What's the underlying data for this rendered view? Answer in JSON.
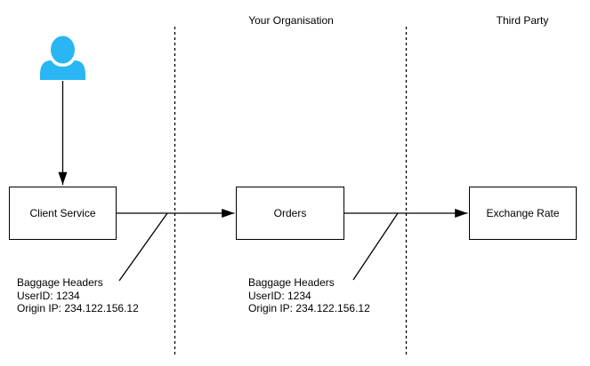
{
  "diagram": {
    "zones": [
      {
        "label": "Your Organisation"
      },
      {
        "label": "Third Party"
      }
    ],
    "nodes": [
      {
        "label": "Client Service"
      },
      {
        "label": "Orders"
      },
      {
        "label": "Exchange Rate"
      }
    ],
    "annotations": [
      {
        "lines": [
          "Baggage Headers",
          "UserID: 1234",
          "Origin IP: 234.122.156.12"
        ]
      },
      {
        "lines": [
          "Baggage Headers",
          "UserID: 1234",
          "Origin IP: 234.122.156.12"
        ]
      }
    ],
    "colors": {
      "actor": "#29b6f2",
      "stroke": "#000000",
      "background": "#ffffff"
    }
  }
}
